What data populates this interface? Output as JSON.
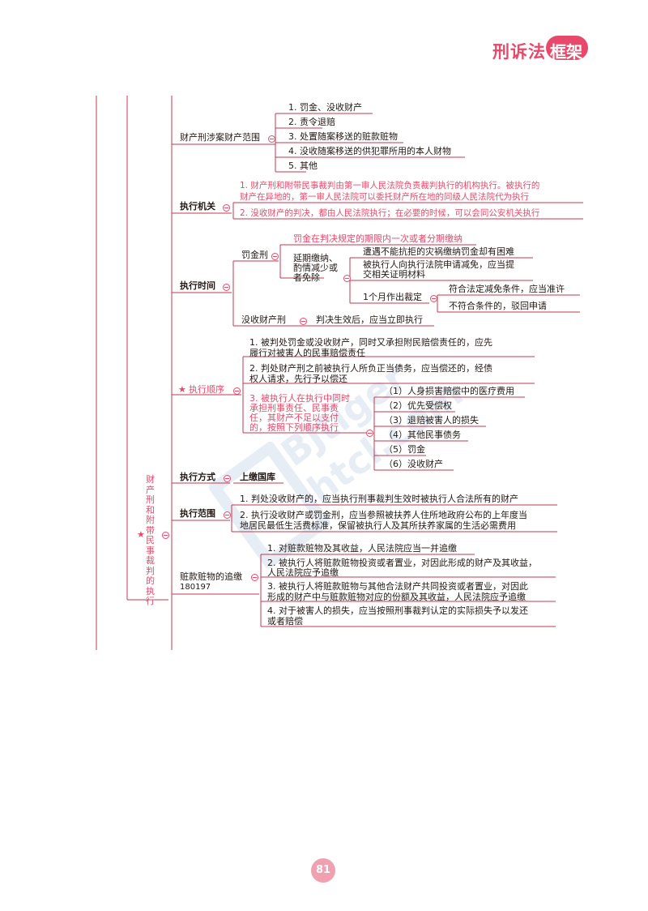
{
  "header": {
    "brand_left": "刑诉法",
    "brand_right": "框架"
  },
  "watermark": "BJtiger\nhtcl.com",
  "root": {
    "title": "财产刑和附带民事裁判的执行",
    "star": "★"
  },
  "scope": {
    "label": "财产刑涉案财产范围",
    "items": [
      "1. 罚金、没收财产",
      "2. 责令退赔",
      "3. 处置随案移送的赃款赃物",
      "4. 没收随案移送的供犯罪所用的本人财物",
      "5. 其他"
    ]
  },
  "organ": {
    "label": "执行机关",
    "item1_line1": "1. 财产刑和附带民事裁判由第一审人民法院负责裁判执行的机构执行。被执行的",
    "item1_line2": "财产在异地的，第一审人民法院可以委托财产所在地的同级人民法院代为执行",
    "item2": "2. 没收财产的判决，都由人民法院执行；在必要的时候，可以会同公安机关执行"
  },
  "time": {
    "label": "执行时间",
    "fine_label": "罚金刑",
    "fine_main": "罚金在判决规定的期限内一次或者分期缴纳",
    "defer_line1": "延期缴纳、",
    "defer_line2": "酌情减少或",
    "defer_line3": "者免除",
    "defer_cond": "遭遇不能抗拒的灾祸缴纳罚金却有困难",
    "apply_line1": "被执行人向执行法院申请减免，应当提",
    "apply_line2": "交相关证明材料",
    "ruling_label": "1个月作出裁定",
    "ruling_yes": "符合法定减免条件，应当准许",
    "ruling_no": "不符合条件的，驳回申请",
    "conf_label": "没收财产刑",
    "conf_text": "判决生效后，应当立即执行"
  },
  "order": {
    "label": "执行顺序",
    "star": "★",
    "item1_line1": "1. 被判处罚金或没收财产，同时又承担附民赔偿责任的，应先",
    "item1_line2": "履行对被害人的民事赔偿责任",
    "item2_line1": "2. 判处财产刑之前被执行人所负正当债务，应当偿还的，经债",
    "item2_line2": "权人请求，先行予以偿还",
    "item3_line1": "3. 被执行人在执行中同时",
    "item3_line2": "承担刑事责任、民事责",
    "item3_line3": "任，其财产不足以支付",
    "item3_line4": "的，按照下列顺序执行",
    "seq": [
      "（1）人身损害赔偿中的医疗费用",
      "（2）优先受偿权",
      "（3）退赔被害人的损失",
      "（4）其他民事债务",
      "（5）罚金",
      "（6）没收财产"
    ]
  },
  "method": {
    "label": "执行方式",
    "text": "上缴国库"
  },
  "range": {
    "label": "执行范围",
    "item1": "1. 判处没收财产的，应当执行刑事裁判生效时被执行人合法所有的财产",
    "item2_line1": "2. 执行没收财产或罚金刑，应当参照被扶养人住所地政府公布的上年度当",
    "item2_line2": "地居民最低生活费标准，保留被执行人及其所扶养家属的生活必需费用"
  },
  "recover": {
    "label": "赃款赃物的追缴",
    "code": "180197",
    "item1": "1. 对赃款赃物及其收益，人民法院应当一并追缴",
    "item2_line1": "2. 被执行人将赃款赃物投资或者置业，对因此形成的财产及其收益，",
    "item2_line2": "人民法院应予追缴",
    "item3_line1": "3. 被执行人将赃款赃物与其他合法财产共同投资或者置业，对因此",
    "item3_line2": "形成的财产中与赃款赃物对应的份额及其收益，人民法院应予追缴",
    "item4_line1": "4. 对于被害人的损失，应当按照刑事裁判认定的实际损失予以发还",
    "item4_line2": "或者赔偿"
  },
  "footer": {
    "page_number": "81"
  },
  "colors": {
    "accent": "#e8496a",
    "line": "#c0394f",
    "text": "#231815"
  }
}
